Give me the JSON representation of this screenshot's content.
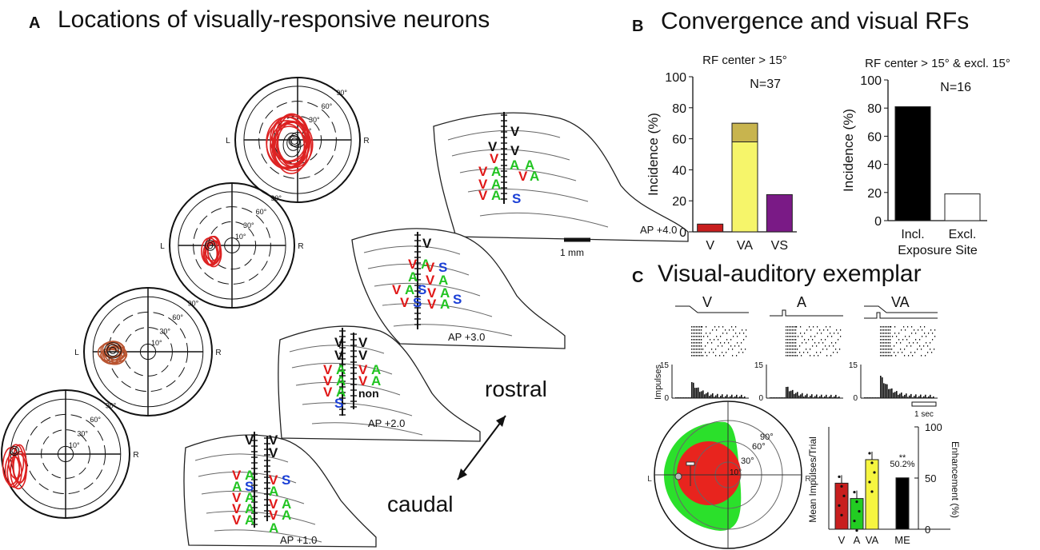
{
  "panelA": {
    "letter": "A",
    "title": "Locations of visually-responsive neurons",
    "polar_labels": {
      "left": "L",
      "right": "R",
      "deg10": "10°",
      "deg30": "30°",
      "deg60": "60°",
      "deg90": "90°"
    },
    "sections": [
      {
        "label": "AP +4.0"
      },
      {
        "label": "AP +3.0"
      },
      {
        "label": "AP +2.0"
      },
      {
        "label": "AP +1.0"
      }
    ],
    "scale_bar": "1 mm",
    "marker_non": "non",
    "directions": {
      "rostral": "rostral",
      "caudal": "caudal"
    }
  },
  "panelB": {
    "letter": "B",
    "title": "Convergence and visual RFs",
    "colors": {
      "V": "#c81e1e",
      "VA": "#f6f56a",
      "VS": "#7a1a86",
      "A": "#22cc22",
      "S": "#1a3fd6",
      "incl": "#000000",
      "excl": "#ffffff"
    },
    "chart_data": [
      {
        "type": "bar",
        "title": "RF center > 15°",
        "ylabel": "Incidence (%)",
        "ylim": [
          0,
          100
        ],
        "yticks": [
          0,
          20,
          40,
          60,
          80,
          100
        ],
        "categories": [
          "V",
          "VA",
          "VS"
        ],
        "values": [
          5,
          70,
          24
        ],
        "annotation": "N=37"
      },
      {
        "type": "bar",
        "title": "RF center > 15° & excl. 15°",
        "ylabel": "Incidence (%)",
        "ylim": [
          0,
          100
        ],
        "yticks": [
          0,
          20,
          40,
          60,
          80,
          100
        ],
        "categories": [
          "Incl.",
          "Excl."
        ],
        "values": [
          81,
          19
        ],
        "xlabel": "Exposure Site",
        "annotation": "N=16"
      }
    ]
  },
  "panelC": {
    "letter": "C",
    "title": "Visual-auditory exemplar",
    "conditions": [
      "V",
      "A",
      "VA"
    ],
    "psth_ylabel": "Impulses",
    "psth_ymax": "15",
    "psth_zero": "0",
    "time_scale": "1 sec",
    "polar_labels": {
      "left": "L",
      "right": "R",
      "deg10": "10°",
      "deg30": "30°",
      "deg60": "60°",
      "deg90": "90°"
    },
    "chart_data": {
      "type": "bar",
      "ylabel": "Mean Impulses/Trial",
      "y2label": "Enhancement (%)",
      "y2ticks": [
        0,
        50,
        100
      ],
      "categories": [
        "V",
        "A",
        "VA",
        "ME"
      ],
      "values": [
        4.5,
        3.0,
        6.8,
        50.2
      ],
      "annotation": "50.2%",
      "significance": "**"
    }
  }
}
